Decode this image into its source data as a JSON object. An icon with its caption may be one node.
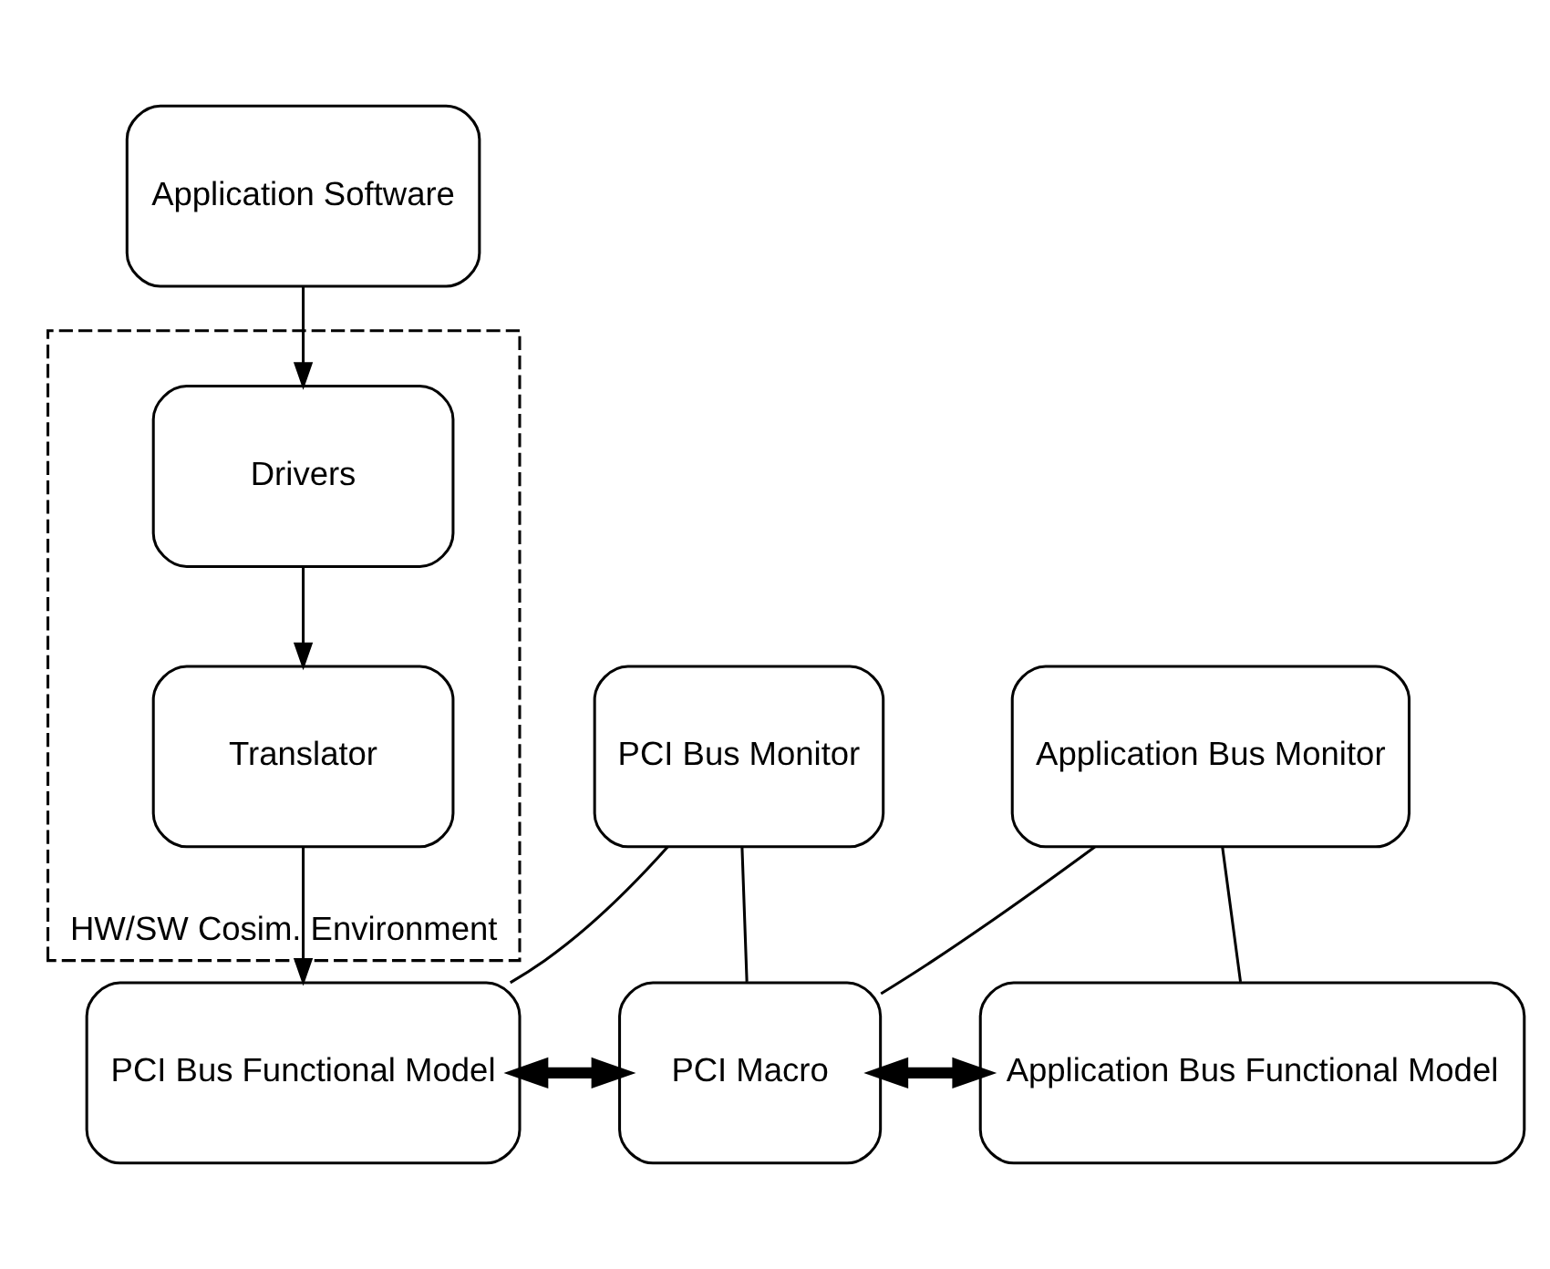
{
  "diagram": {
    "nodes": [
      {
        "text": [
          "Application Software"
        ]
      },
      {
        "text": [
          "HW/SW Cosim. Environment"
        ]
      },
      {
        "text": [
          "Drivers"
        ],
        "in": 1
      },
      {
        "text": [
          "Translator"
        ],
        "in": 1
      },
      {
        "text": [
          "PCI Bus Monitor"
        ]
      },
      {
        "text": [
          "Application Bus Monitor"
        ]
      },
      {
        "text": [
          "PCI Bus Functional Model"
        ]
      },
      {
        "text": [
          "PCI Macro"
        ]
      },
      {
        "text": [
          "Application Bus Functional Model"
        ]
      }
    ],
    "edges": [
      {
        "from": 0,
        "to": 2,
        "arrow": "to"
      },
      {
        "from": 2,
        "to": 3,
        "arrow": "to"
      },
      {
        "from": 3,
        "to": 6,
        "arrow": "to"
      },
      {
        "from": 6,
        "to": 7,
        "arrow": "both",
        "style": "thick"
      },
      {
        "from": 7,
        "to": 8,
        "arrow": "both",
        "style": "thick"
      },
      {
        "from": 4,
        "to": 6,
        "arrow": "none"
      },
      {
        "from": 4,
        "to": 7,
        "arrow": "none"
      },
      {
        "from": 5,
        "to": 7,
        "arrow": "none"
      },
      {
        "from": 5,
        "to": 8,
        "arrow": "none"
      }
    ]
  }
}
